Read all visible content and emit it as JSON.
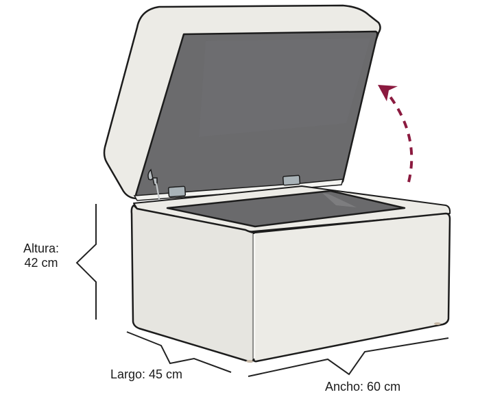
{
  "product": {
    "name": "storage-ottoman",
    "state": "lid-open"
  },
  "dimensions": {
    "height": {
      "label": "Altura:",
      "value": "42 cm"
    },
    "length": {
      "text": "Largo: 45 cm"
    },
    "width": {
      "text": "Ancho: 60 cm"
    }
  },
  "icons": {
    "open_arrow": "dashed-curved-arrow-up"
  },
  "colors": {
    "fabric": "#ecebe6",
    "fabric_shade": "#e2e1dc",
    "lining": "#6b6b6d",
    "lining_dark": "#5d5d60",
    "outline": "#1c1c1c",
    "hinge": "#a9b3b8",
    "arrow": "#8b1a3f",
    "dimension_line": "#222222"
  }
}
